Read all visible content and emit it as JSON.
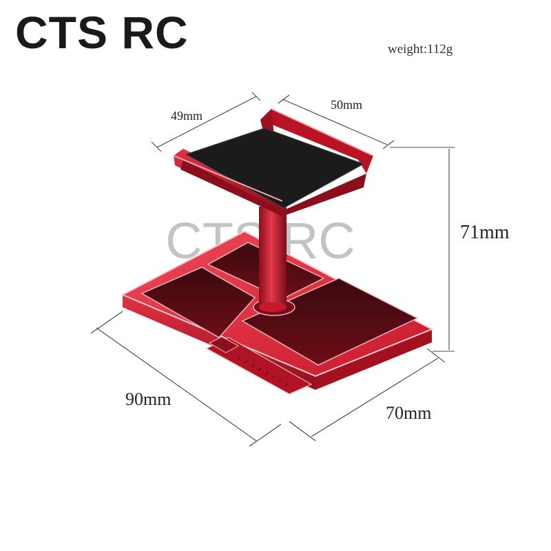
{
  "brand": "CTS RC",
  "weight": "weight:112g",
  "watermark": "CTS RC",
  "dimensions": {
    "top_width": "49mm",
    "top_depth": "50mm",
    "height": "71mm",
    "base_width": "90mm",
    "base_depth": "70mm"
  },
  "colors": {
    "aluminum_red": "#c8192c",
    "dark_red": "#7a0d18",
    "foam_black": "#1b1b1b"
  }
}
